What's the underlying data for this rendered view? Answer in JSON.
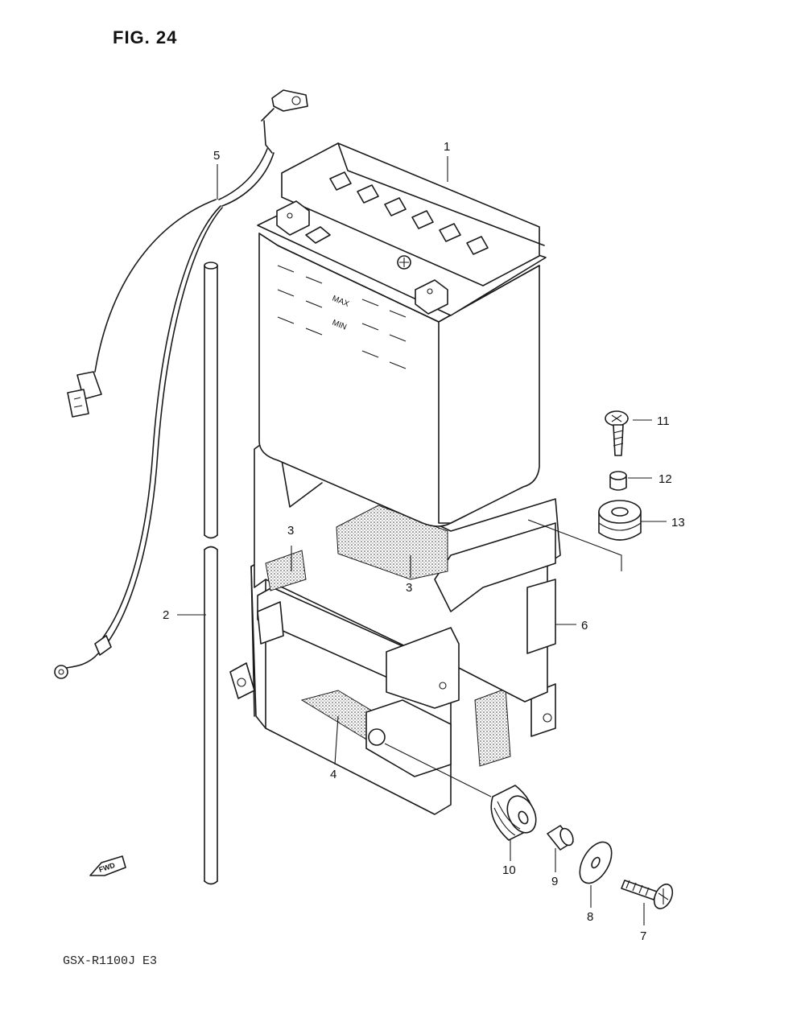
{
  "figure": {
    "title": "FIG. 24",
    "model_code": "GSX-R1100J E3",
    "fwd_label": "FWD"
  },
  "battery_markings": {
    "max": "MAX",
    "min": "MIN"
  },
  "callouts": [
    "1",
    "2",
    "3",
    "3",
    "4",
    "5",
    "6",
    "7",
    "8",
    "9",
    "10",
    "11",
    "12",
    "13"
  ]
}
